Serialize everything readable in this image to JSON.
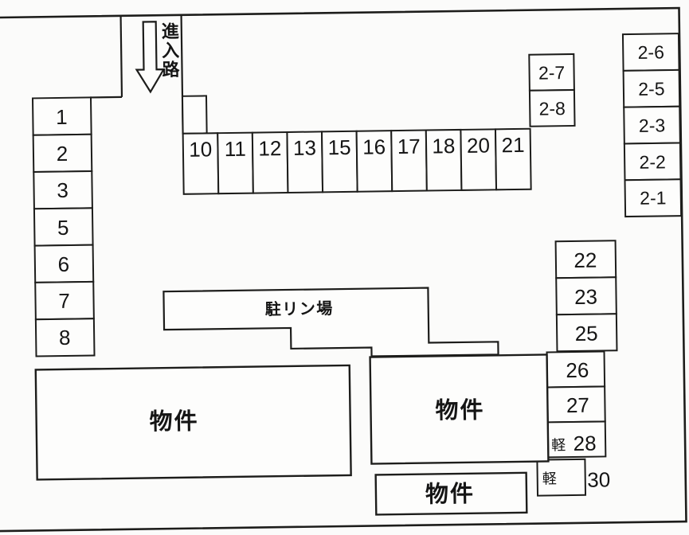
{
  "diagram": {
    "entry_road": {
      "label": "進入路"
    },
    "bicycle_parking": {
      "label": "駐リン場"
    },
    "buildings": {
      "b1": "物件",
      "b2": "物件",
      "b3": "物件"
    },
    "kei_28": "軽",
    "kei_bottom": "軽",
    "space_30": "30",
    "colors": {
      "line": "#1d1d1b",
      "paper": "#fbfbfa"
    }
  },
  "spaces": {
    "left_column": [
      "1",
      "2",
      "3",
      "5",
      "6",
      "7",
      "8"
    ],
    "top_row": [
      "10",
      "11",
      "12",
      "13",
      "15",
      "16",
      "17",
      "18",
      "20",
      "21"
    ],
    "upper_right": [
      "2-7",
      "2-8"
    ],
    "right_column": [
      "2-6",
      "2-5",
      "2-3",
      "2-2",
      "2-1"
    ],
    "mid_right": [
      "22",
      "23",
      "25"
    ],
    "lower_right": [
      "26",
      "27",
      "28"
    ]
  }
}
